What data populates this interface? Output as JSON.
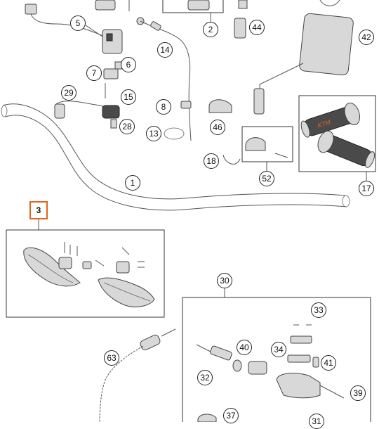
{
  "diagram": {
    "callouts": [
      {
        "id": "c1",
        "label": "1"
      },
      {
        "id": "c2",
        "label": "2"
      },
      {
        "id": "c3",
        "label": "3"
      },
      {
        "id": "c5",
        "label": "5"
      },
      {
        "id": "c6",
        "label": "6"
      },
      {
        "id": "c7",
        "label": "7"
      },
      {
        "id": "c8",
        "label": "8"
      },
      {
        "id": "c13",
        "label": "13"
      },
      {
        "id": "c14",
        "label": "14"
      },
      {
        "id": "c15",
        "label": "15"
      },
      {
        "id": "c17",
        "label": "17"
      },
      {
        "id": "c18",
        "label": "18"
      },
      {
        "id": "c28",
        "label": "28"
      },
      {
        "id": "c29",
        "label": "29"
      },
      {
        "id": "c30",
        "label": "30"
      },
      {
        "id": "c31",
        "label": "31"
      },
      {
        "id": "c32",
        "label": "32"
      },
      {
        "id": "c33",
        "label": "33"
      },
      {
        "id": "c34",
        "label": "34"
      },
      {
        "id": "c37",
        "label": "37"
      },
      {
        "id": "c39",
        "label": "39"
      },
      {
        "id": "c40",
        "label": "40"
      },
      {
        "id": "c41",
        "label": "41"
      },
      {
        "id": "c42",
        "label": "42"
      },
      {
        "id": "c44",
        "label": "44"
      },
      {
        "id": "c46",
        "label": "46"
      },
      {
        "id": "c52",
        "label": "52"
      },
      {
        "id": "c63",
        "label": "63"
      }
    ],
    "selected_callout": "3",
    "grip_brand_text": "KTM",
    "colors": {
      "highlight": "#e8611a",
      "line": "#555555",
      "part_fill": "#d8d8d8",
      "grip": "#4a4a4a"
    }
  }
}
